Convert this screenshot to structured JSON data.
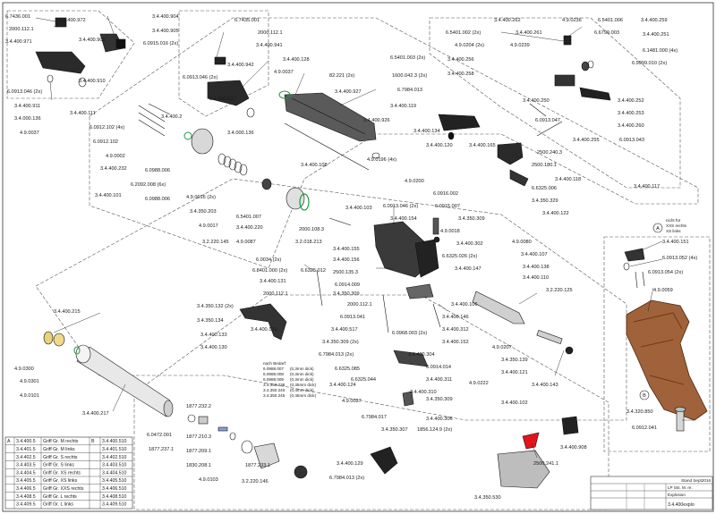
{
  "labels": {
    "l1": "6.7436.001",
    "l2": "3.4.400.972",
    "l3": "2000.112.1",
    "l4": "3.4.400.971",
    "l5": "3.4.400.904",
    "l6": "3.4.400.905",
    "l7": "3.4.400.901",
    "l8": "6.0915.016 (2x)",
    "l9": "6.7435.001",
    "l10": "2000.112.1",
    "l11": "3.4.400.941",
    "l12": "3.4.400.942",
    "l13": "3.4.400.128",
    "l14": "4.9.0037",
    "l15": "6.0913.046 (2x)",
    "l16": "3.4.400.127",
    "l17": "3.4.400.910",
    "l18": "6.0913.046 (2x)",
    "l19": "3.4.400.911",
    "l20": "3.4.400.111",
    "l21": "3.4.000.136",
    "l22": "4.9.0037",
    "l23": "3.4.000.136",
    "l24": "6.0912.102 (4x)",
    "l25": "3.4.400.2",
    "l26": "6.0912.102",
    "l27": "4.9.0002",
    "l28": "3.4.400.232",
    "l29": "6.0988.006",
    "l30": "6.2092.008 (6x)",
    "l31": "6.0988.006",
    "l32": "4.9.0016 (2x)",
    "l33": "3.4.350.203",
    "l34": "4.9.0017",
    "l35": "3.2.220.145",
    "l36": "6.5401.007",
    "l37": "3.4.400.220",
    "l38": "4.9.0087",
    "l39": "82.221 (2x)",
    "l40": "3.4.400.927",
    "l41": "3.4.400.926",
    "l42": "3.4.400.108",
    "l43": "4.9.0196 (4x)",
    "l44": "3.4.400.101",
    "l45": "6.5401.003 (2x)",
    "l46": "1600.042.3 (2x)",
    "l47": "6.7984.013",
    "l48": "3.4.400.119",
    "l49": "3.4.400.134",
    "l50": "3.4.400.120",
    "l51": "3.4.400.165",
    "l52": "3.4.400.262",
    "l53": "4.9.0236",
    "l54": "6.5401.006",
    "l55": "3.4.400.259",
    "l56": "6.5401.002 (2x)",
    "l57": "3.4.400.261",
    "l58": "6.6799.003",
    "l59": "3.4.400.251",
    "l60": "4.9.0204 (2x)",
    "l61": "4.9.0239",
    "l62": "3.4.400.256",
    "l63": "3.4.400.258",
    "l64": "3.4.400.250",
    "l65": "6.1481.000 (4x)",
    "l66": "6.9999.010 (2x)",
    "l67": "3.4.400.252",
    "l68": "3.4.400.253",
    "l69": "6.0913.047",
    "l70": "3.4.400.260",
    "l71": "3.4.400.255",
    "l72": "6.0913.043",
    "l73": "2500.240.3",
    "l74": "2500.180.1",
    "l75": "3.4.400.118",
    "l76": "6.6325.006",
    "l77": "3.4.350.329",
    "l78": "3.4.400.122",
    "l79": "3.4.400.117",
    "l80": "4.9.0200",
    "l81": "6.0916.002",
    "l82": "6.0913.046 (2x)",
    "l83": "6.0915.007",
    "l84": "3.4.400.103",
    "l85": "3.4.400.154",
    "l86": "3.4.350.309",
    "l87": "4.9.0018",
    "l88": "2000.108.3",
    "l89": "3.2.018.213",
    "l90": "3.4.400.302",
    "l91": "6.6325.026 (2x)",
    "l92": "3.4.400.155",
    "l93": "3.4.400.156",
    "l94": "6.0034 (2x)",
    "l95": "6.8401.000 (2x)",
    "l96": "6.6325.012",
    "l97": "2500.135.3",
    "l98": "6.0914.009",
    "l99": "3.4.350.309",
    "l100": "2000.112.1",
    "l101": "6.0913.041",
    "l102": "3.4.400.517",
    "l103": "3.4.400.131",
    "l104": "2000.112.1",
    "l105": "3.4.350.132 (2x)",
    "l106": "3.4.350.134",
    "l107": "3.4.400.139",
    "l108": "3.4.400.133",
    "l109": "3.4.400.130",
    "l110": "3.4.400.147",
    "l111": "3.4.400.106",
    "l112": "3.4.400.146",
    "l113": "3.4.400.312",
    "l114": "3.4.400.152",
    "l115": "6.0968.003 (2x)",
    "l116": "3.4.350.309 (2x)",
    "l117": "6.7984.013 (2x)",
    "l118": "3.4.400.304",
    "l119": "6.6325.085",
    "l120": "6.6325.044",
    "l121": "6.0914.014",
    "l122": "3.4.400.311",
    "l123": "3.4.400.310",
    "l124": "3.4.400.124",
    "l125": "3.4.350.309",
    "l126": "4.9.0037",
    "l127": "6.7984.017",
    "l128": "3.4.350.307",
    "l129": "3.4.400.306",
    "l130": "1856.124.9 (2x)",
    "l131": "4.9.0080",
    "l132": "3.4.400.107",
    "l133": "3.4.400.138",
    "l134": "3.4.400.110",
    "l135": "3.2.220.125",
    "l136": "4.9.0207",
    "l137": "3.4.350.139",
    "l138": "3.4.400.121",
    "l139": "4.9.0222",
    "l140": "3.4.400.143",
    "l141": "3.4.400.102",
    "l142": "3.4.400.908",
    "l143": "2500.241.1",
    "l144": "3.4.400.129",
    "l145": "6.7984.013 (2x)",
    "l146": "3.4.350.530",
    "l147": "3.4.400.215",
    "l148": "4.9.0300",
    "l149": "4.9.0301",
    "l150": "4.9.0101",
    "l151": "3.4.400.217",
    "l152": "1877.232.2",
    "l153": "6.0472.001",
    "l154": "1877.237.1",
    "l155": "1877.210.3",
    "l156": "1877.209.1",
    "l157": "1830.208.1",
    "l158": "4.9.0103",
    "l159": "1877.233.1",
    "l160": "3.2.220.146",
    "l161": "3.4.400.151",
    "l162": "6.0913.052 (4x)",
    "l163": "6.0913.054 (2x)",
    "l164": "4.9.0059",
    "l165": "3.4.320.850",
    "l166": "6.0912.041",
    "l167": "nicht für",
    "l168": "XXS rechts",
    "l169": "XS links",
    "l170": "A",
    "l171": "B",
    "l172": "nach Bedarf:"
  },
  "notes": [
    {
      "code": "6.0988.007",
      "text": "(0,3mm dick)"
    },
    {
      "code": "6.0988.008",
      "text": "(0,3mm dick)"
    },
    {
      "code": "6.0988.009",
      "text": "(0,3mm dick)"
    },
    {
      "code": "3.4.350.238",
      "text": "(0,35mm dick)"
    },
    {
      "code": "3.4.350.240",
      "text": "(0,4mm dick)"
    },
    {
      "code": "3.4.350.245",
      "text": "(0,45mm dick)"
    }
  ],
  "grip_table": [
    [
      "A",
      "3.4.400.5",
      "Griff Gr. M rechts",
      "B",
      "3.4.400.510"
    ],
    [
      "",
      "3.4.401.5",
      "Griff Gr. M links",
      "",
      "3.4.401.510"
    ],
    [
      "",
      "3.4.402.5",
      "Griff Gr. S rechts",
      "",
      "3.4.402.510"
    ],
    [
      "",
      "3.4.403.5",
      "Griff Gr. S links",
      "",
      "3.4.403.510"
    ],
    [
      "",
      "3.4.404.5",
      "Griff Gr. XS rechts",
      "",
      "3.4.404.510"
    ],
    [
      "",
      "3.4.405.5",
      "Griff Gr. XS links",
      "",
      "3.4.405.510"
    ],
    [
      "",
      "3.4.406.5",
      "Griff Gr. XXS rechts",
      "",
      "3.4.406.510"
    ],
    [
      "",
      "3.4.408.5",
      "Griff Gr. L rechts",
      "",
      "3.4.408.510"
    ],
    [
      "",
      "3.4.409.5",
      "Griff Gr. L links",
      "",
      "3.4.409.510"
    ]
  ],
  "title_block": {
    "stand": "Stand Sept2016",
    "name1": "LP Sts. M. re.",
    "name2": "Explosion",
    "number": "3.4.400explo"
  },
  "colors": {
    "grip": "#a0623a",
    "grip_dark": "#6e3b1c",
    "accent_red": "#e3141b",
    "part_dark": "#222222",
    "part_mid": "#8a8a8a",
    "ring_green": "#1a9a3a"
  }
}
